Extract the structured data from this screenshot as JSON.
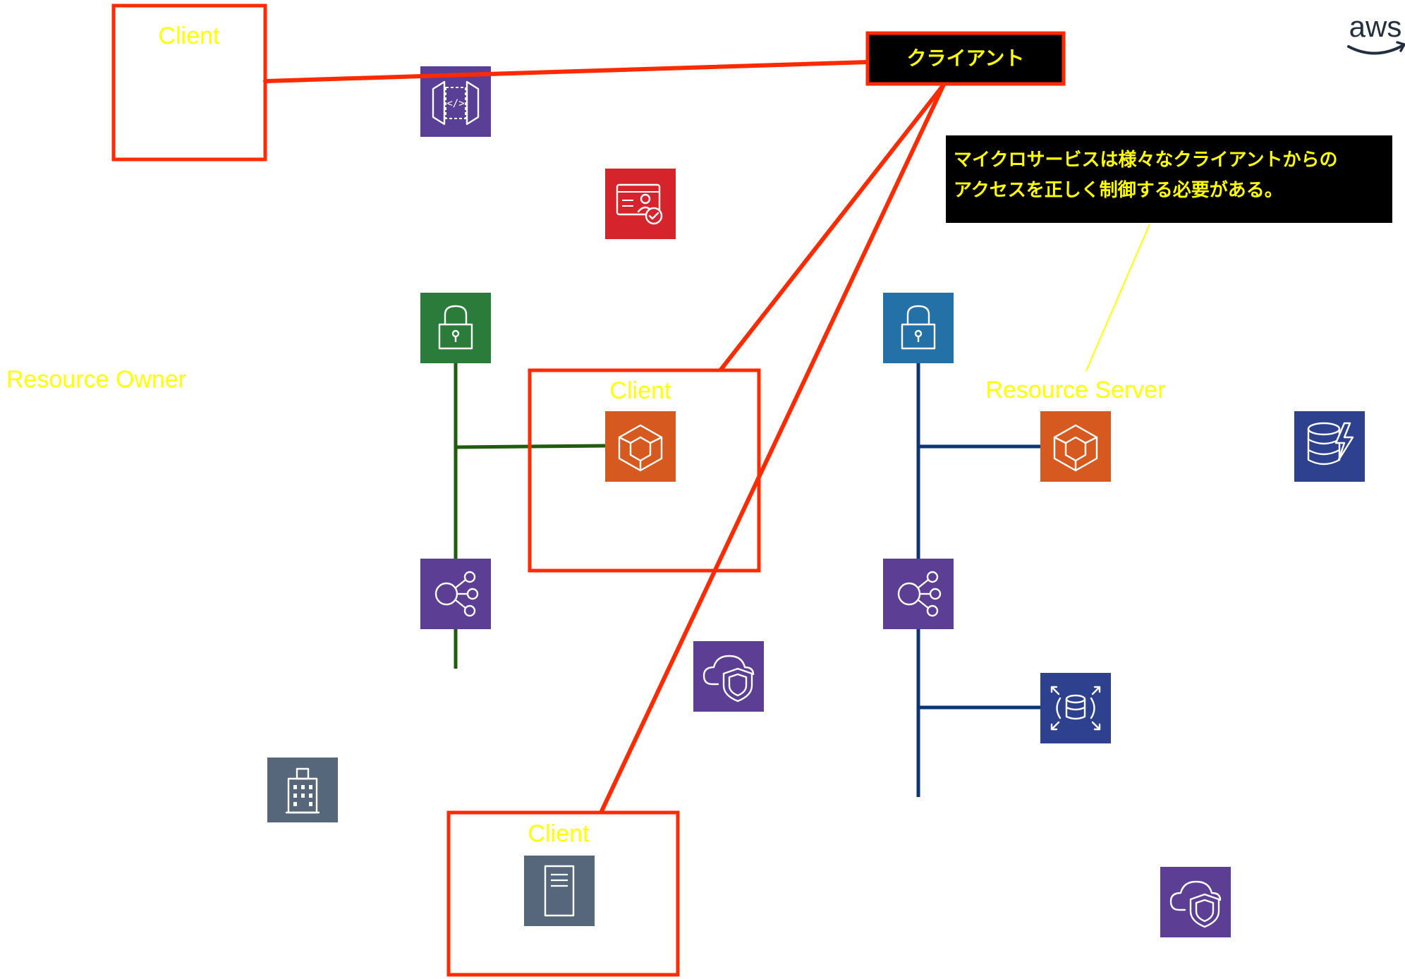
{
  "brand": {
    "logo_text": "aws"
  },
  "labels": {
    "client_top": "Client",
    "client_middle": "Client",
    "client_bottom": "Client",
    "resource_owner": "Resource Owner",
    "resource_server": "Resource Server"
  },
  "callouts": {
    "title": "クライアント",
    "note_line_1": "マイクロサービスは様々なクライアントからの",
    "note_line_2": "アクセスを正しく制御する必要がある。"
  },
  "colors": {
    "annotation_red": "#ff2a00",
    "label_yellow": "#ffff00",
    "green_connector": "#1f5c0e",
    "blue_connector": "#0d3474",
    "security_red": "#d6242d",
    "app_integration_purple": "#5a3f96",
    "networking_purple": "#5c3e94",
    "compute_orange": "#d65a1f",
    "database_blue": "#2e418e",
    "general_gray": "#56677b",
    "vpc_green": "#2b7b3b",
    "vpc_blue": "#2371a6"
  },
  "icons": [
    "api-gateway-icon",
    "identity-verification-icon",
    "lock-icon",
    "lock-icon",
    "ecs-container-icon",
    "ecs-container-icon",
    "event-hub-icon",
    "event-hub-icon",
    "cloud-shield-icon",
    "cloud-shield-icon",
    "database-lightning-icon",
    "database-scaling-icon",
    "corporate-building-icon",
    "server-icon"
  ]
}
